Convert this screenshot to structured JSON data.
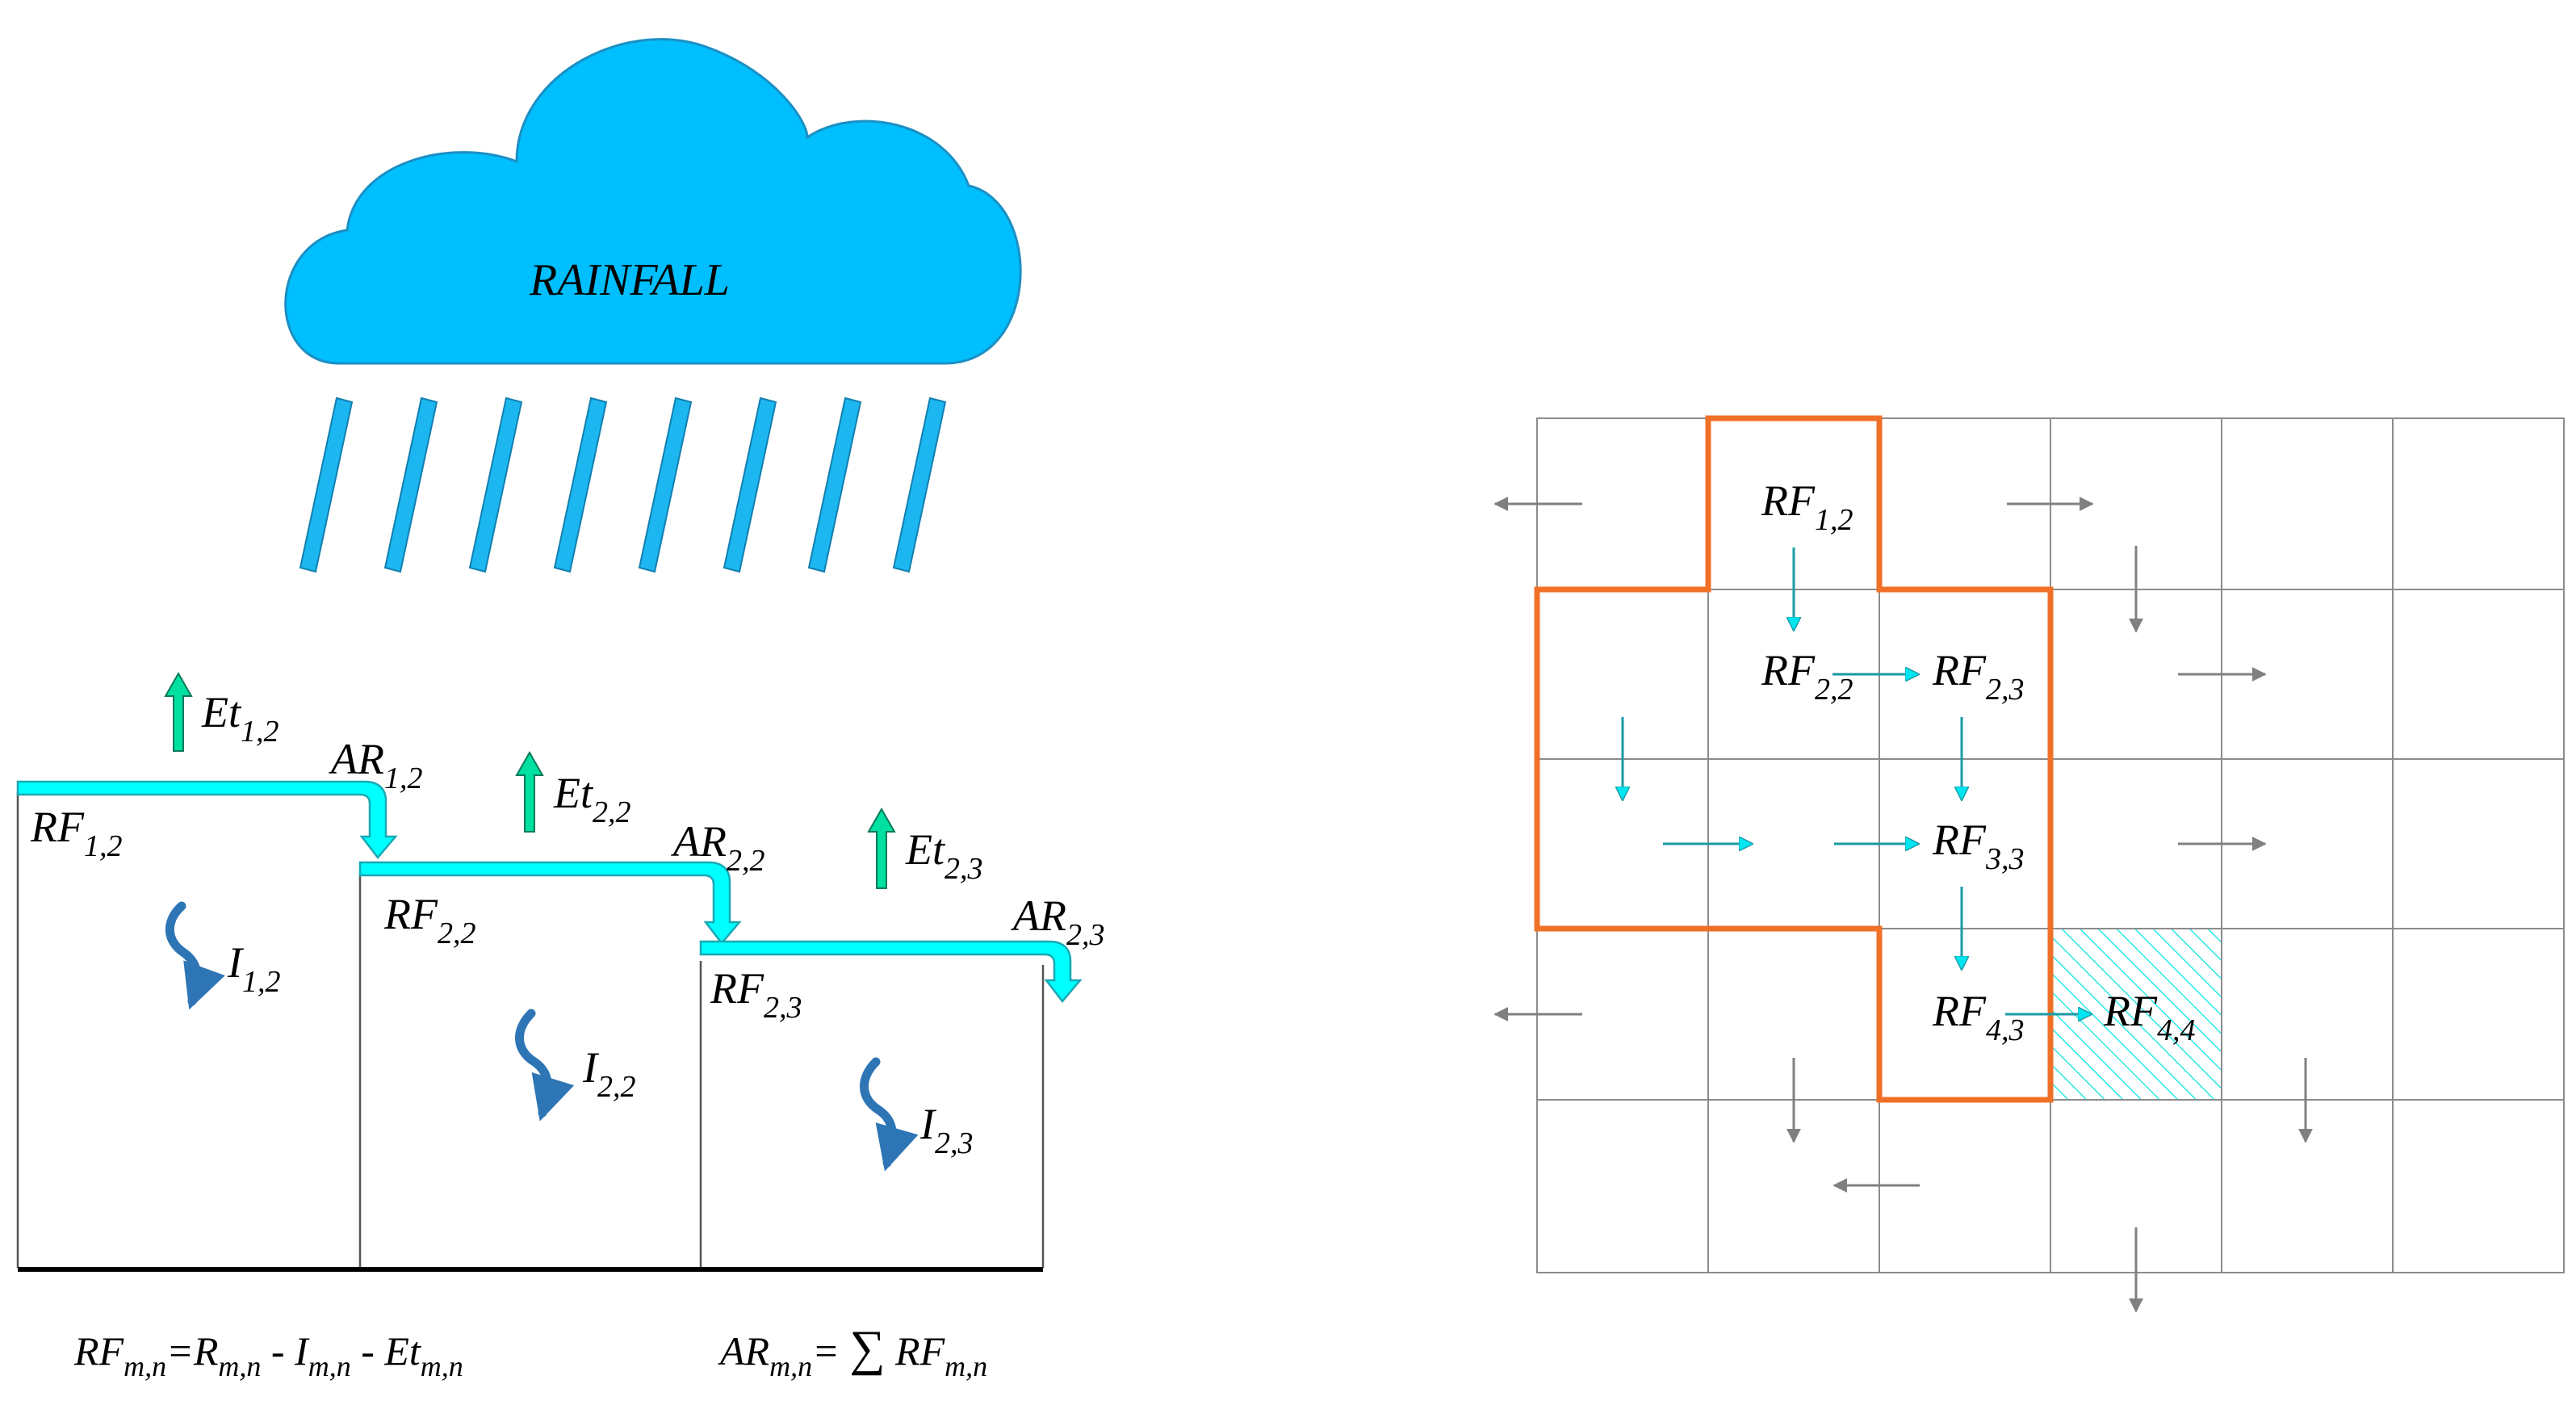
{
  "cloud": {
    "label": "RAINFALL",
    "color": "#00BFFF"
  },
  "colors": {
    "rain": "#1CB7F0",
    "cloud_outline": "#1b8fc4",
    "runoff_band": "#00FFFF",
    "infiltration": "#2E75B6",
    "evaporation": "#00E0A0",
    "watershed_outline": "#F07028",
    "grid_line": "#8c8c8c",
    "flow_in": "#00E5F0",
    "flow_out": "#808080",
    "hatch": "#00E6E6"
  },
  "profile": {
    "cells": [
      {
        "rf": "RF",
        "rf_sub": "1,2",
        "ar": "AR",
        "ar_sub": "1,2",
        "et": "Et",
        "et_sub": "1,2",
        "inf": "I",
        "inf_sub": "1,2"
      },
      {
        "rf": "RF",
        "rf_sub": "2,2",
        "ar": "AR",
        "ar_sub": "2,2",
        "et": "Et",
        "et_sub": "2,2",
        "inf": "I",
        "inf_sub": "2,2"
      },
      {
        "rf": "RF",
        "rf_sub": "2,3",
        "ar": "AR",
        "ar_sub": "2,3",
        "et": "Et",
        "et_sub": "2,3",
        "inf": "I",
        "inf_sub": "2,3"
      }
    ]
  },
  "formulas": {
    "rf": {
      "lhs": "RF",
      "lhs_sub": "m,n",
      "eq": "=",
      "t1": "R",
      "t1_sub": "m,n",
      "minus1": " - ",
      "t2": "I",
      "t2_sub": "m,n",
      "minus2": " - ",
      "t3": "Et",
      "t3_sub": "m,n"
    },
    "ar": {
      "lhs": "AR",
      "lhs_sub": "m,n",
      "eq": "= ",
      "sum": "∑",
      "t1": " RF",
      "t1_sub": "m,n"
    }
  },
  "grid": {
    "rows": 5,
    "cols": 6,
    "labels": [
      {
        "name": "rf-1-2",
        "main": "RF",
        "sub": "1,2"
      },
      {
        "name": "rf-2-2",
        "main": "RF",
        "sub": "2,2"
      },
      {
        "name": "rf-2-3",
        "main": "RF",
        "sub": "2,3"
      },
      {
        "name": "rf-3-3",
        "main": "RF",
        "sub": "3,3"
      },
      {
        "name": "rf-4-3",
        "main": "RF",
        "sub": "4,3"
      },
      {
        "name": "rf-4-4",
        "main": "RF",
        "sub": "4,4"
      }
    ]
  }
}
